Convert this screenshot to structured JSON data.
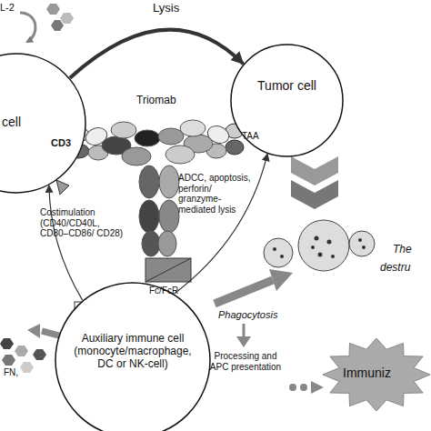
{
  "diagram": {
    "nodes": [
      {
        "text": [
          "cell"
        ]
      },
      {
        "text": [
          "Tumor cell"
        ]
      },
      {
        "text": [
          "Auxiliary immune cell (monocyte/macrophage, DC or NK-cell)"
        ]
      },
      {
        "text": [
          "Immuniz"
        ]
      }
    ],
    "edges": [
      {
        "from": 0,
        "to": 1,
        "label": "Lysis",
        "arrow": "to"
      },
      {
        "from": 2,
        "to": 0,
        "label": "Costimulation (CD40/CD40L, CD80–CD86/ CD28)",
        "arrow": "to"
      },
      {
        "from": 2,
        "to": 1,
        "label": "ADCC, apoptosis, perforin/ granzyme- mediated lysis",
        "arrow": "to"
      }
    ],
    "labels": [
      "L-2",
      "CD3",
      "TAA",
      "Triomab",
      "Fc/FcR",
      "FN,",
      "Phagocytosis",
      "Processing and APC presentation",
      "The",
      "destru"
    ]
  }
}
